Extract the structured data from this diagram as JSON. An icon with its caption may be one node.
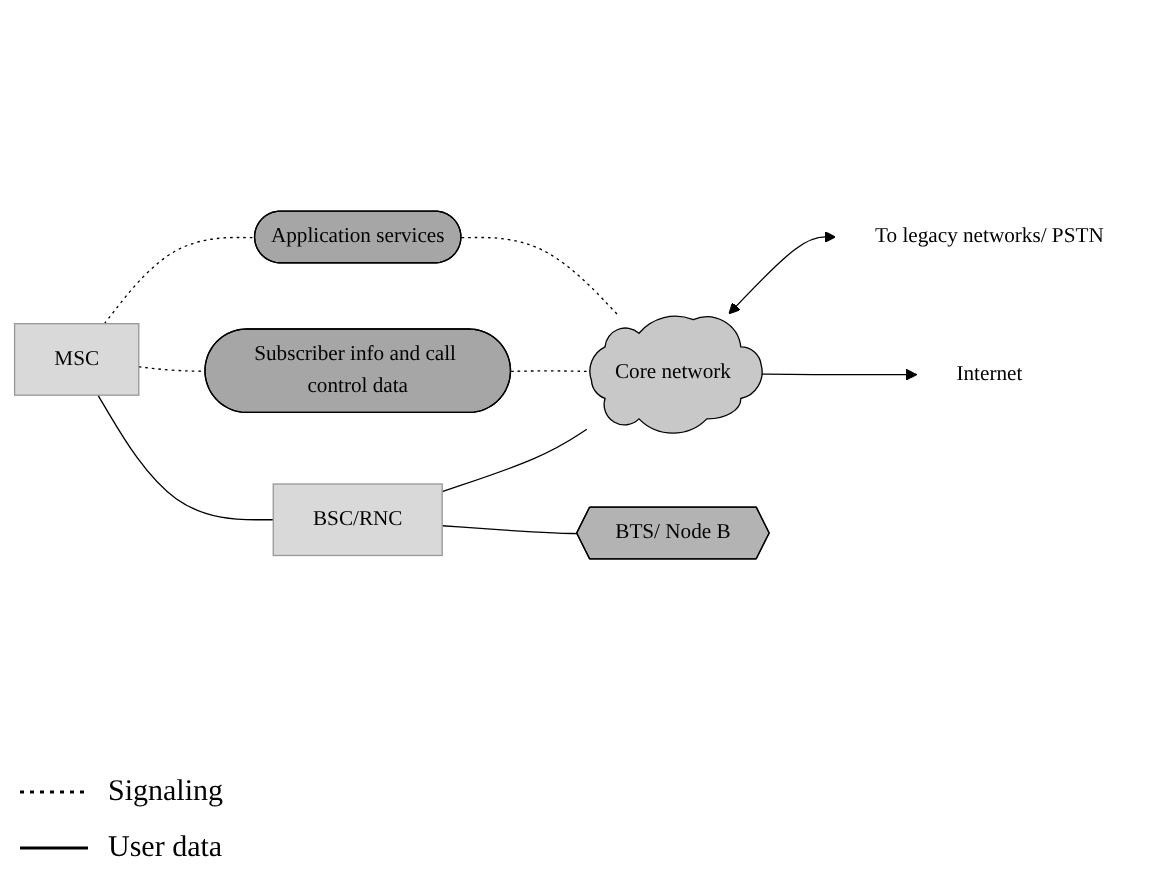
{
  "diagram": {
    "nodes": [
      {
        "text": [
          "Application services"
        ]
      },
      {
        "text": [
          "Subscriber info and call control data"
        ]
      },
      {
        "text": [
          "MSC"
        ]
      },
      {
        "text": [
          "Core network"
        ]
      },
      {
        "text": [
          "BSC/RNC"
        ]
      },
      {
        "text": [
          "BTS/ Node B"
        ]
      },
      {
        "text": [
          "To legacy networks/ PSTN"
        ]
      },
      {
        "text": [
          "Internet"
        ]
      }
    ],
    "edges": [
      {
        "from": 2,
        "to": 0,
        "arrow": "none",
        "style": "dashed"
      },
      {
        "from": 2,
        "to": 1,
        "arrow": "none",
        "style": "dashed"
      },
      {
        "from": 0,
        "to": 3,
        "arrow": "none",
        "style": "dashed"
      },
      {
        "from": 1,
        "to": 3,
        "arrow": "none",
        "style": "dashed"
      },
      {
        "from": 2,
        "to": 4,
        "arrow": "none"
      },
      {
        "from": 4,
        "to": 3,
        "arrow": "none"
      },
      {
        "from": 4,
        "to": 5,
        "arrow": "none"
      },
      {
        "from": 3,
        "to": 6,
        "arrow": "both"
      },
      {
        "from": 3,
        "to": 7,
        "arrow": "to"
      }
    ],
    "legend": [
      {
        "text": "Signaling"
      },
      {
        "text": "User data"
      }
    ]
  }
}
